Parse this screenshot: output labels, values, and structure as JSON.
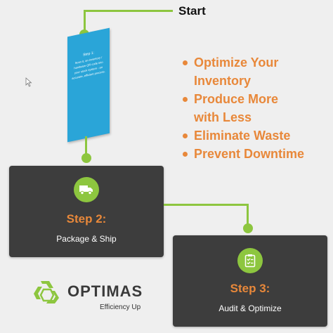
{
  "start": {
    "label": "Start"
  },
  "card": {
    "title": "Step 1:",
    "body": "Scan it, an inventory / hardware QR code into your stock system - an accurate, efficient process."
  },
  "bullets": [
    "Optimize Your Inventory",
    "Produce More with Less",
    "Eliminate Waste",
    "Prevent Downtime"
  ],
  "steps": [
    {
      "title": "Step 2:",
      "subtitle": "Package & Ship",
      "icon": "delivery-truck-icon"
    },
    {
      "title": "Step 3:",
      "subtitle": "Audit & Optimize",
      "icon": "checklist-icon"
    }
  ],
  "logo": {
    "name": "OPTIMAS",
    "tagline": "Efficiency Up"
  },
  "colors": {
    "green": "#8dc63f",
    "orange": "#e8883a",
    "box": "#3d3d3d",
    "card": "#2aa5d8"
  }
}
